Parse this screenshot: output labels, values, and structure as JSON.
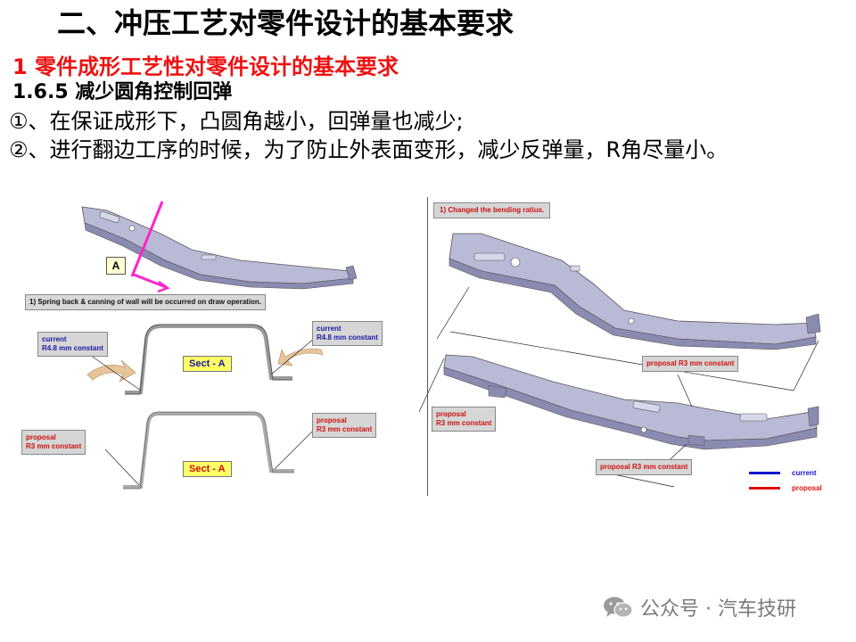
{
  "slide": {
    "title": "二、冲压工艺对零件设计的基本要求",
    "red_heading": "1 零件成形工艺性对零件设计的基本要求",
    "sub_heading": "1.6.5 减少圆角控制回弹",
    "points": [
      "①、在保证成形下，凸圆角越小，回弹量也减少;",
      "②、进行翻边工序的时候，为了防止外表面变形，减少反弹量，R角尽量小。"
    ]
  },
  "left_figure": {
    "label_a": "A",
    "note": "1) Spring back & canning of wall will be occurred on draw operation.",
    "current_left": [
      "current",
      "R4.8 mm constant"
    ],
    "current_right": [
      "current",
      "R4.8 mm constant"
    ],
    "sect_top": "Sect - A",
    "proposal_left": [
      "proposal",
      "R3 mm constant"
    ],
    "proposal_right": [
      "proposal",
      "R3 mm constant"
    ],
    "sect_bottom": "Sect - A"
  },
  "right_figure": {
    "note": "1) Changed the bending ratius.",
    "proposal_mid": "proposal R3 mm constant",
    "proposal_left": [
      "proposal",
      "R3 mm constant"
    ],
    "proposal_bottom": "proposal R3 mm constant",
    "legend": [
      {
        "label": "current",
        "color": "#1515d0"
      },
      {
        "label": "proposal",
        "color": "#e01010"
      }
    ]
  },
  "colors": {
    "heading_red": "#ee1111",
    "magenta_marker": "#ff22cc",
    "part_fill": "#b9bad6",
    "part_shadow": "#8a8bb0",
    "arrow_tan": "#e8c49a"
  },
  "watermark": {
    "text": "公众号 · 汽车技研",
    "icon": "wechat-icon"
  }
}
